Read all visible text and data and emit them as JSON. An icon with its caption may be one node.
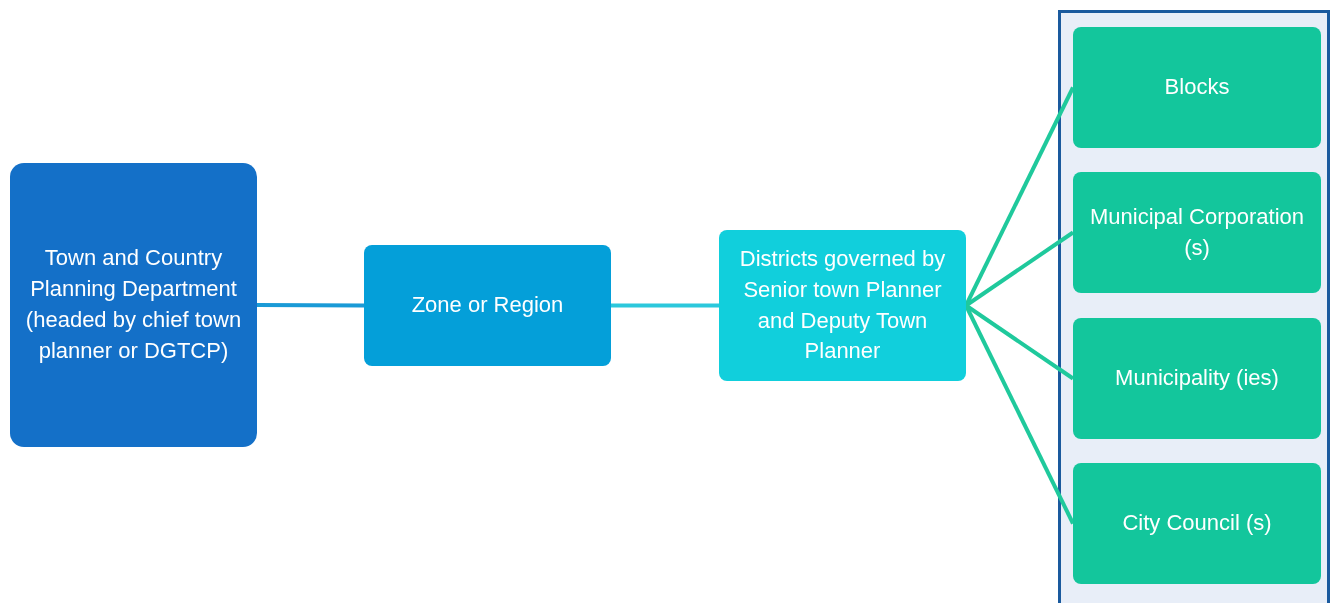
{
  "diagram": {
    "nodes": [
      {
        "text": [
          "Town and Country Planning Department (headed by chief town planner or DGTCP)"
        ]
      },
      {
        "text": [
          "Zone or Region"
        ]
      },
      {
        "text": [
          "Districts governed by Senior town Planner and Deputy Town Planner"
        ]
      },
      {
        "text": [],
        "shape": "box"
      },
      {
        "text": [
          "Blocks"
        ],
        "in": 3
      },
      {
        "text": [
          "Municipal Corporation (s)"
        ],
        "in": 3
      },
      {
        "text": [
          "Municipality (ies)"
        ],
        "in": 3
      },
      {
        "text": [
          "City Council (s)"
        ],
        "in": 3
      }
    ],
    "edges": [
      {
        "from": 0,
        "to": 1,
        "arrow": "none",
        "color": "#1a9ad6"
      },
      {
        "from": 1,
        "to": 2,
        "arrow": "none",
        "color": "#2cc8dc"
      },
      {
        "from": 2,
        "to": 4,
        "arrow": "none"
      },
      {
        "from": 2,
        "to": 5,
        "arrow": "none"
      },
      {
        "from": 2,
        "to": 6,
        "arrow": "none"
      },
      {
        "from": 2,
        "to": 7,
        "arrow": "none"
      }
    ]
  }
}
